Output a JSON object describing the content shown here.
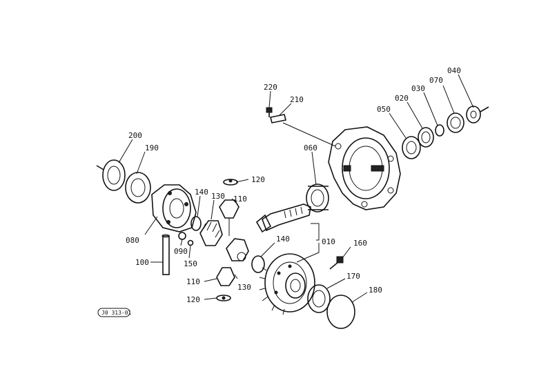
{
  "diagram": {
    "code": "J0 313-01",
    "callouts": {
      "c040": "040",
      "c070": "070",
      "c030": "030",
      "c020": "020",
      "c050": "050",
      "c220": "220",
      "c210": "210",
      "c060": "060",
      "c200": "200",
      "c190": "190",
      "c120a": "120",
      "c110a": "110",
      "c140a": "140",
      "c130a": "130",
      "c080": "080",
      "c090": "090",
      "c150": "150",
      "c100": "100",
      "c010": "010",
      "c140b": "140",
      "c160": "160",
      "c110b": "110",
      "c130b": "130",
      "c120b": "120",
      "c170": "170",
      "c180": "180"
    }
  }
}
